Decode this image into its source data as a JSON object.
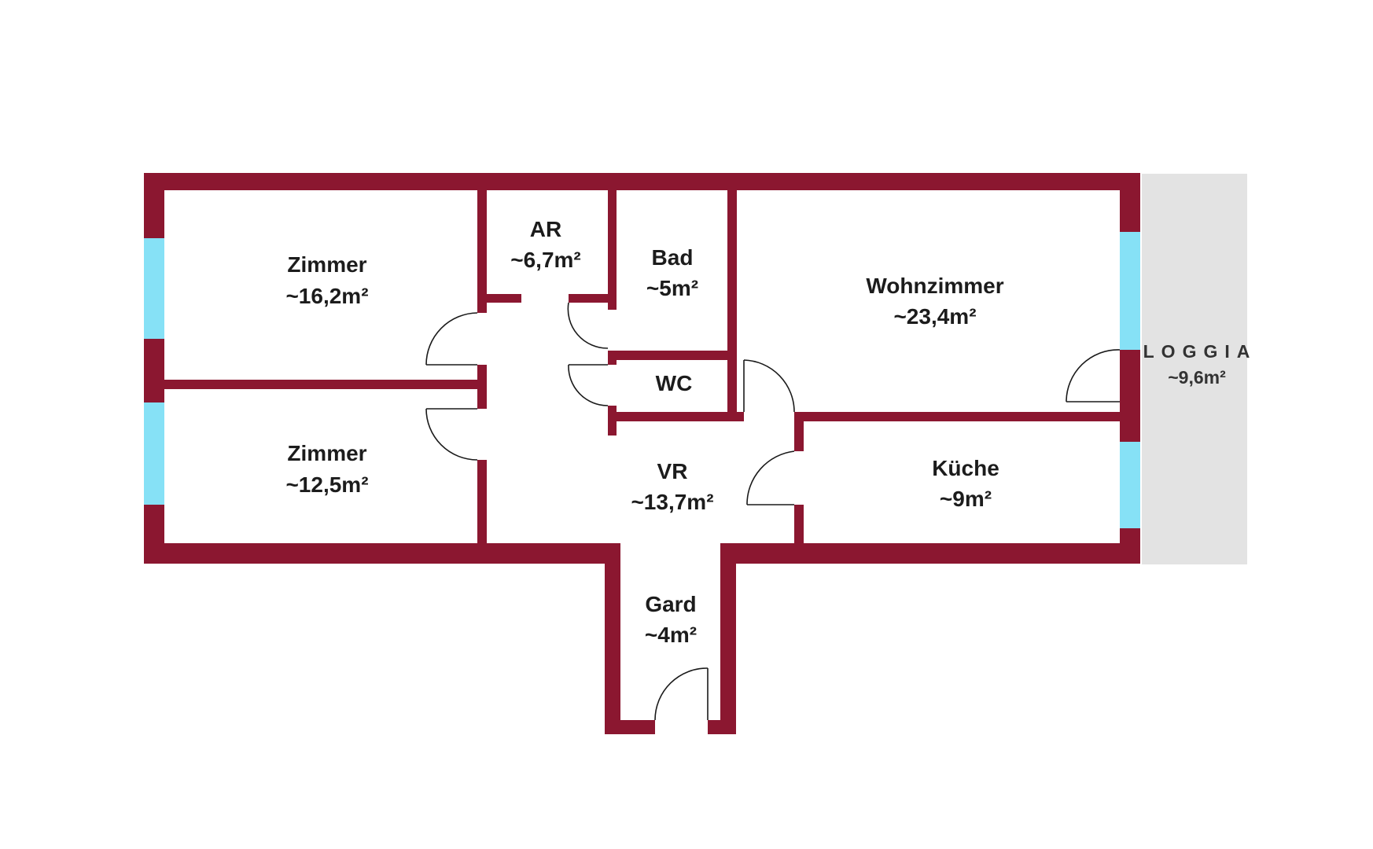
{
  "colors": {
    "wall": "#8b1730",
    "window": "#86e1f6",
    "loggia": "#e3e3e3",
    "background": "#ffffff"
  },
  "rooms": {
    "zimmer1": {
      "name": "Zimmer",
      "area": "~16,2m²"
    },
    "ar": {
      "name": "AR",
      "area": "~6,7m²"
    },
    "bad": {
      "name": "Bad",
      "area": "~5m²"
    },
    "wohnzimmer": {
      "name": "Wohnzimmer",
      "area": "~23,4m²"
    },
    "wc": {
      "name": "WC"
    },
    "zimmer2": {
      "name": "Zimmer",
      "area": "~12,5m²"
    },
    "vr": {
      "name": "VR",
      "area": "~13,7m²"
    },
    "kueche": {
      "name": "Küche",
      "area": "~9m²"
    },
    "gard": {
      "name": "Gard",
      "area": "~4m²"
    },
    "loggia": {
      "name": "LOGGIA",
      "area": "~9,6m²"
    }
  }
}
